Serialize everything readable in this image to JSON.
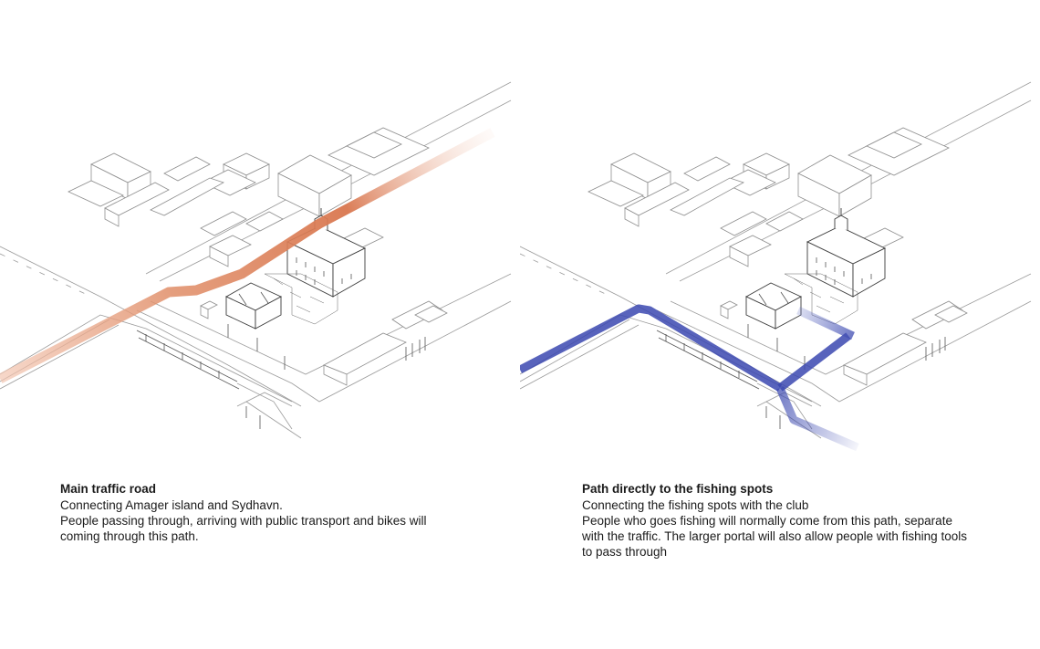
{
  "panels": [
    {
      "title": "Main traffic road",
      "lines": [
        "Connecting Amager island and Sydhavn.",
        "People passing through, arriving with public transport and bikes will coming through this path."
      ],
      "path_color": "#d9774f"
    },
    {
      "title": "Path directly to the fishing spots",
      "lines": [
        "Connecting the fishing spots with the club",
        "People who goes fishing will normally come from this path,  separate with the traffic. The larger portal will also allow people with fishing tools to pass through"
      ],
      "path_color": "#3b48b0"
    }
  ]
}
